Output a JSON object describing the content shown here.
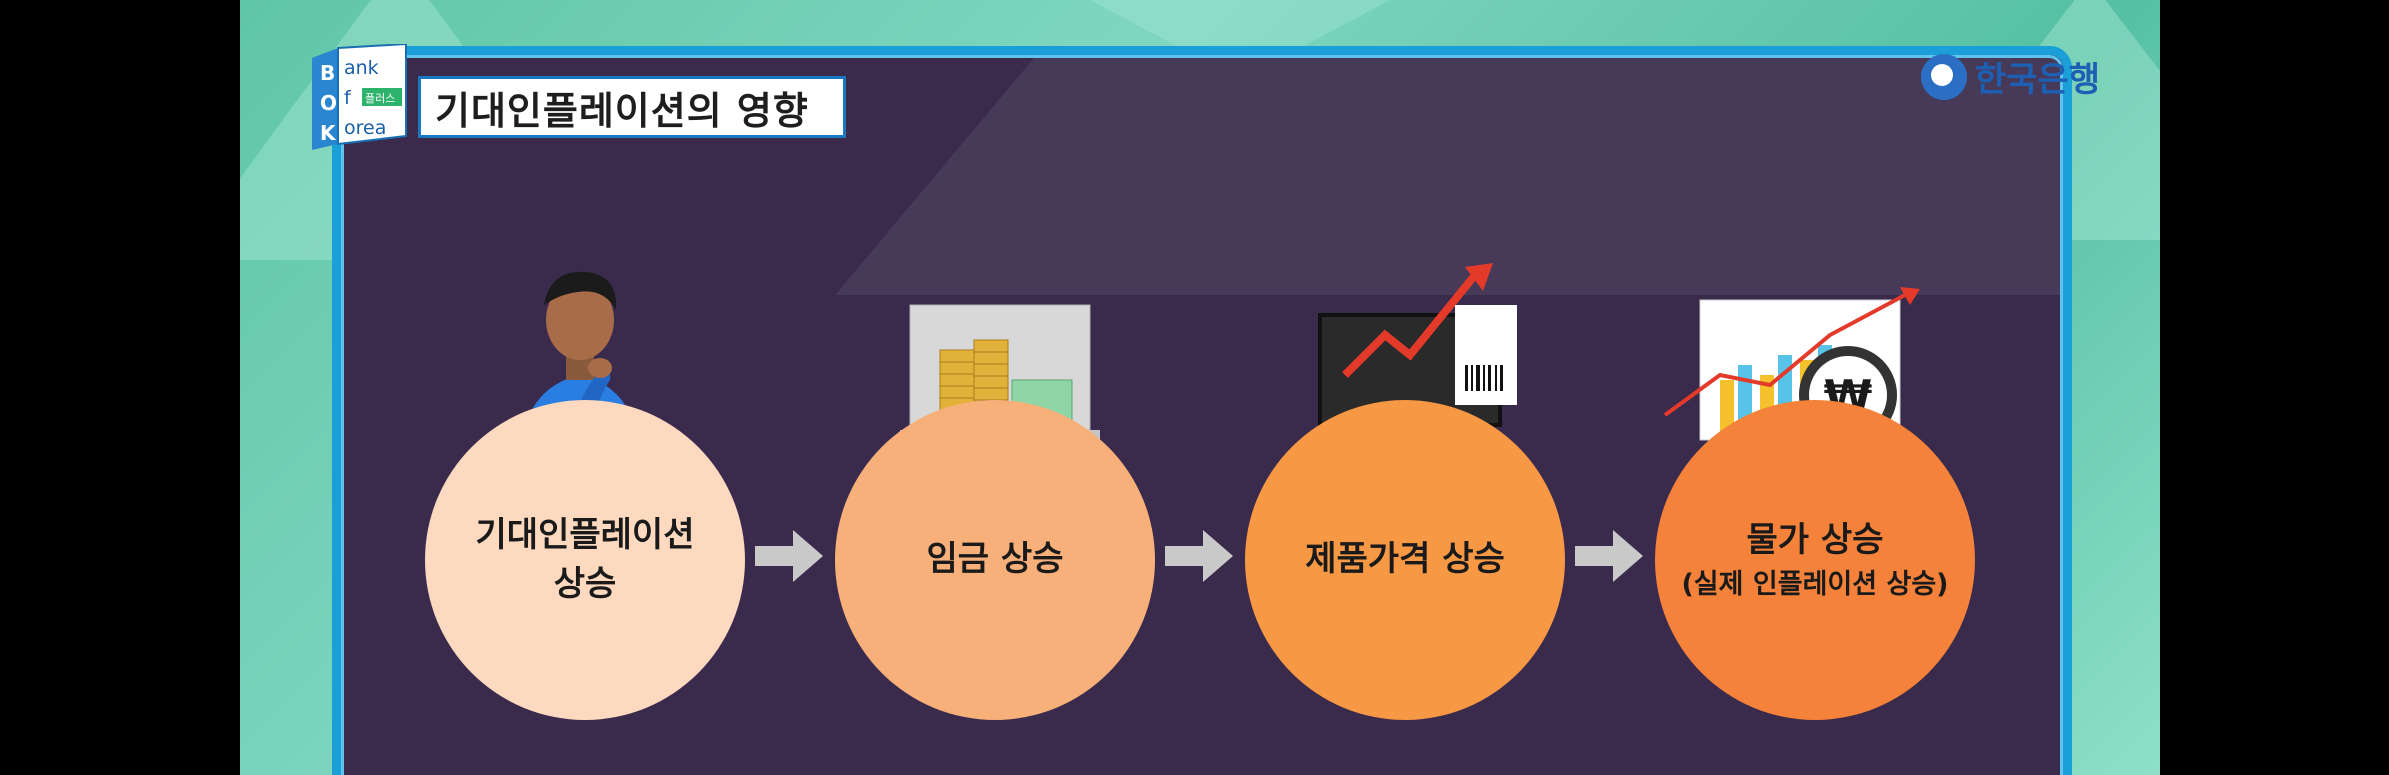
{
  "title": "기대인플레이션의 영향",
  "brand": {
    "name": "한국은행"
  },
  "logo": {
    "top": "ank",
    "middle": "f",
    "bottom": "orea",
    "side": "BOK",
    "tag": "플러스"
  },
  "steps": [
    {
      "line1": "기대인플레이션",
      "line2": "상승",
      "color": "#fcd9bf"
    },
    {
      "line1": "임금 상승",
      "color": "#f8b07a"
    },
    {
      "line1": "제품가격 상승",
      "color": "#f79845"
    },
    {
      "line1": "물가 상승",
      "line2": "(실제 인플레이션 상승)",
      "color": "#f4823a"
    }
  ],
  "icons": [
    "thinking-man-icon",
    "money-stacks-icon",
    "price-chart-monitor-icon",
    "won-magnifier-chart-icon"
  ]
}
